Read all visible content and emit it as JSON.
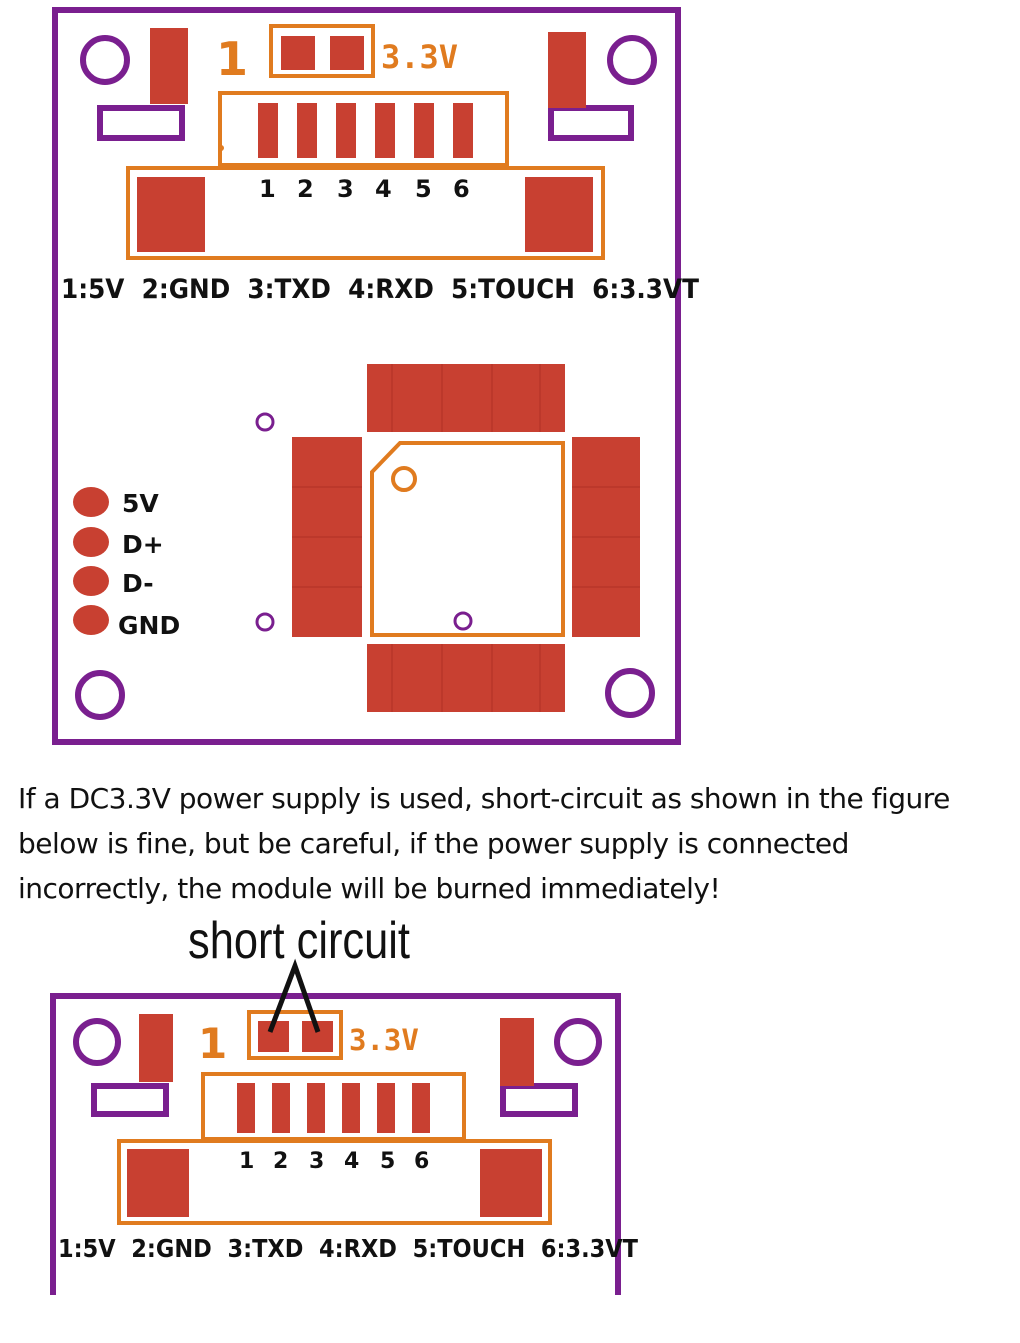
{
  "colors": {
    "board_outline": "#7a1f8f",
    "pad_red": "#c84031",
    "silkscreen_orange": "#e07b1f",
    "text": "#111111"
  },
  "top_board": {
    "pin_one_marker": "1",
    "jumper_label": "3.3V",
    "pin_numbers": [
      "1",
      "2",
      "3",
      "4",
      "5",
      "6"
    ],
    "pin_legend": "1:5V  2:GND  3:TXD  4:RXD  5:TOUCH  6:3.3VT",
    "usb_pads": [
      "5V",
      "D+",
      "D-",
      "GND"
    ]
  },
  "note": {
    "line1": "If a DC3.3V power supply is used, short-circuit as shown in the figure",
    "line2": "below is fine, but be careful, if the power supply is connected",
    "line3": "incorrectly, the module will be burned immediately!"
  },
  "bottom_board": {
    "callout": "short circuit",
    "pin_one_marker": "1",
    "jumper_label": "3.3V",
    "pin_numbers": [
      "1",
      "2",
      "3",
      "4",
      "5",
      "6"
    ],
    "pin_legend": "1:5V  2:GND  3:TXD  4:RXD  5:TOUCH  6:3.3VT"
  }
}
